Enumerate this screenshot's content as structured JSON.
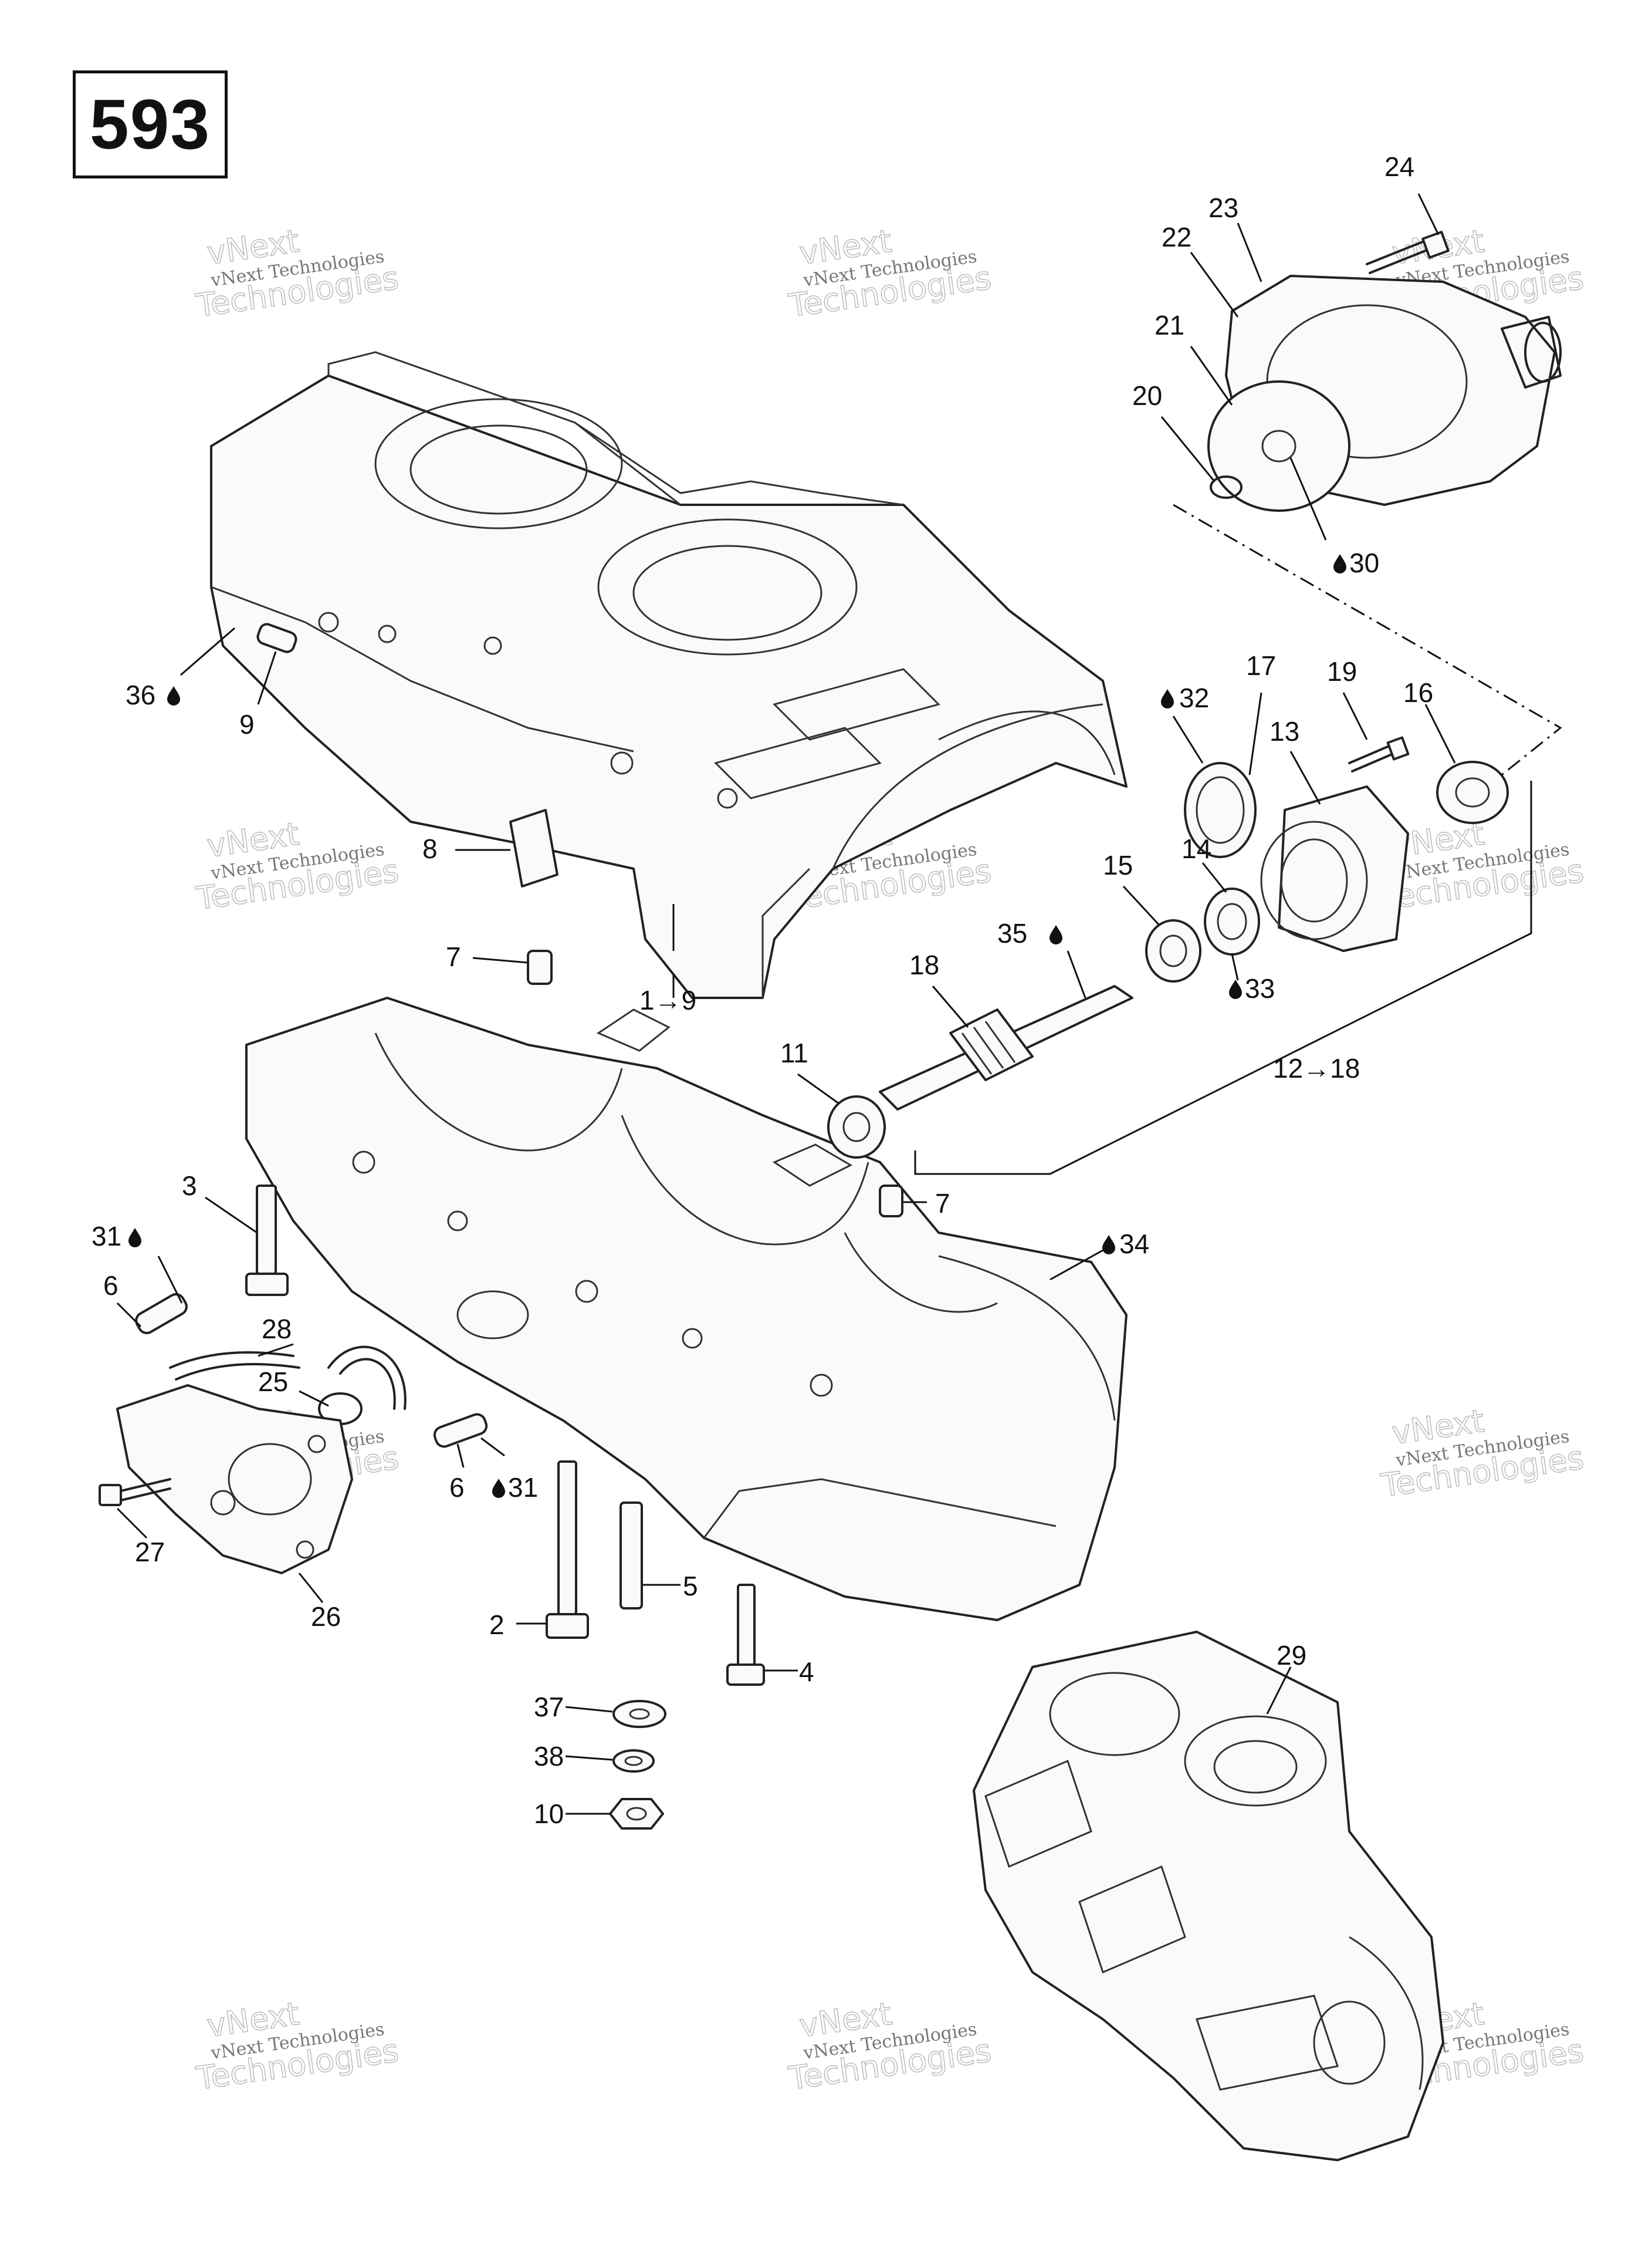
{
  "page_number": "593",
  "watermark": {
    "line1": "vNext Technologies",
    "line2": "Technologies",
    "brand": "vNext"
  },
  "callouts": {
    "c1_9": "1→9",
    "c2": "2",
    "c3": "3",
    "c4": "4",
    "c5": "5",
    "c6a": "6",
    "c6b": "6",
    "c7a": "7",
    "c7b": "7",
    "c8": "8",
    "c9": "9",
    "c10": "10",
    "c11": "11",
    "c12_18": "12→18",
    "c13": "13",
    "c14": "14",
    "c15": "15",
    "c16": "16",
    "c17": "17",
    "c18": "18",
    "c19": "19",
    "c20": "20",
    "c21": "21",
    "c22": "22",
    "c23": "23",
    "c24": "24",
    "c25": "25",
    "c26": "26",
    "c27": "27",
    "c28": "28",
    "c29": "29",
    "c30": "30",
    "c31a": "31",
    "c31b": "31",
    "c32": "32",
    "c33": "33",
    "c34": "34",
    "c35": "35",
    "c36": "36",
    "c37": "37",
    "c38": "38"
  },
  "colors": {
    "ink": "#111111",
    "paper": "#ffffff",
    "watermark": "#999999"
  },
  "icons": {
    "lubricant_marker": "oil-drop-icon"
  }
}
